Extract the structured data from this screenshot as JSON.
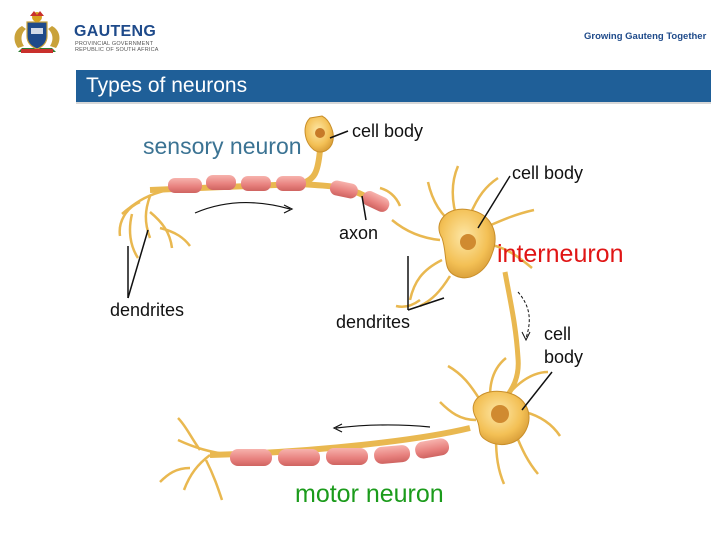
{
  "header": {
    "brand_name": "GAUTENG",
    "brand_sub_line1": "PROVINCIAL GOVERNMENT",
    "brand_sub_line2": "REPUBLIC OF SOUTH AFRICA",
    "tagline": "Growing Gauteng Together"
  },
  "slide": {
    "title": "Types of neurons"
  },
  "diagram": {
    "labels": {
      "sensory_neuron": "sensory neuron",
      "cell_body_sensory": "cell body",
      "cell_body_inter": "cell body",
      "axon": "axon",
      "interneuron": "interneuron",
      "dendrites_sensory": "dendrites",
      "dendrites_inter": "dendrites",
      "cell_body_motor": "cell body",
      "motor_neuron": "motor neuron"
    }
  },
  "colors": {
    "header_blue": "#1f5f98",
    "brand_blue": "#1e4a8a",
    "sensory_label": "#3b7393",
    "interneuron_label": "#e01515",
    "motor_label": "#1b9b1b",
    "neuron_body": "#f4c45f",
    "myelin": "#e98585"
  },
  "icons": {
    "logo": "coat-of-arms-icon"
  }
}
